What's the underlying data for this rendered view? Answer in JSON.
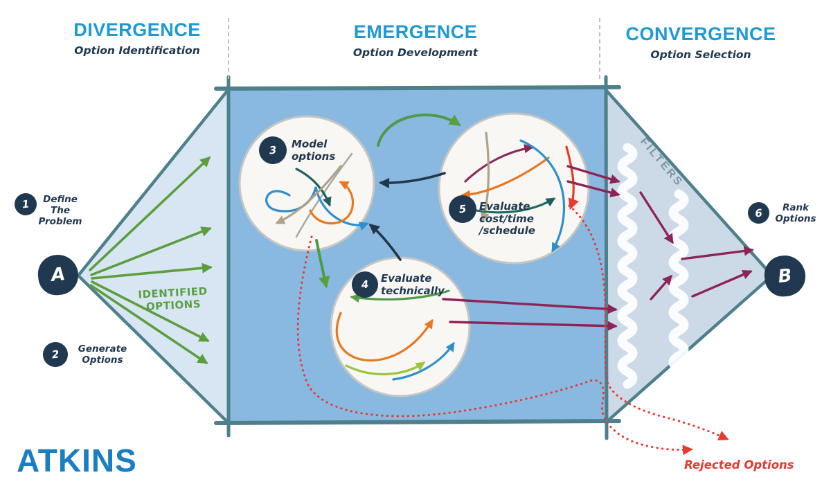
{
  "brand": {
    "logo_text": "ATKINS",
    "logo_color": "#1a7ec2"
  },
  "phases": [
    {
      "title": "DIVERGENCE",
      "subtitle": "Option Identification"
    },
    {
      "title": "EMERGENCE",
      "subtitle": "Option Development"
    },
    {
      "title": "CONVERGENCE",
      "subtitle": "Option Selection"
    }
  ],
  "endpoints": {
    "start": "A",
    "end": "B"
  },
  "steps": [
    {
      "num": "1",
      "label": "Define\nThe\nProblem"
    },
    {
      "num": "2",
      "label": "Generate\nOptions"
    },
    {
      "num": "3",
      "label": "Model\noptions"
    },
    {
      "num": "4",
      "label": "Evaluate\ntechnically"
    },
    {
      "num": "5",
      "label": "Evaluate\ncost/time\n/schedule"
    },
    {
      "num": "6",
      "label": "Rank\nOptions"
    }
  ],
  "annotations": {
    "identified_options": "IDENTIFIED\nOPTIONS",
    "filters": "FILTERS",
    "rejected_options": "Rejected Options"
  },
  "colors": {
    "header_blue": "#1d9ad6",
    "dark_navy": "#203950",
    "teal_border": "#4e7f8c",
    "box_blue": "#89b9e0",
    "funnel_light": "#d8e6f3",
    "cone_light": "#ccdae8",
    "arrow_green": "#5b9e3d",
    "arrow_maroon": "#8e2456",
    "rejected_red": "#e8392f",
    "filters_gray": "#7e95a4"
  }
}
